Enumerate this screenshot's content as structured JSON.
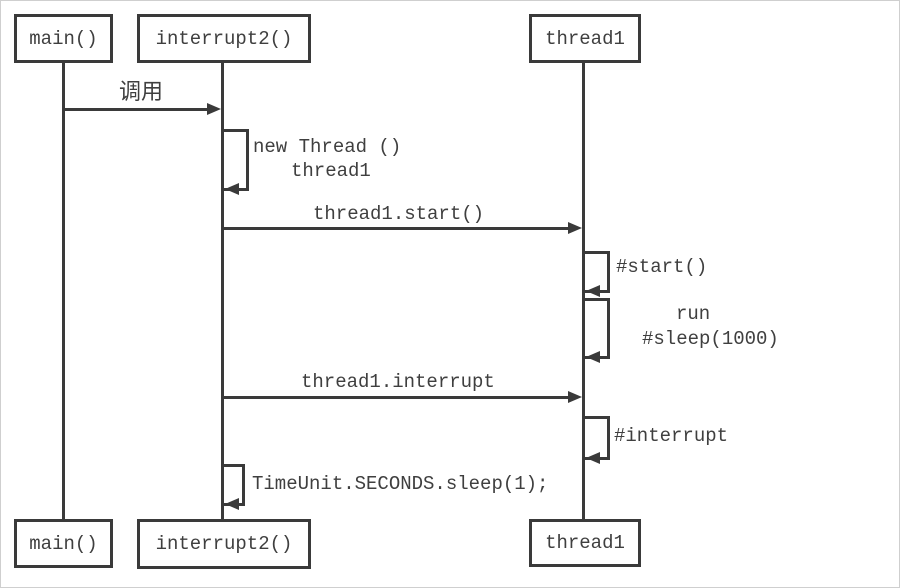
{
  "colors": {
    "line": "#3a3a3a",
    "text": "#3f3f3f",
    "background": "#ffffff"
  },
  "actors": {
    "main": {
      "label": "main()"
    },
    "interrupt2": {
      "label": "interrupt2()"
    },
    "thread1": {
      "label": "thread1"
    }
  },
  "messages": {
    "call": {
      "label": "调用",
      "from": "main()",
      "to": "interrupt2()"
    },
    "new_thread": {
      "line1": "new Thread ()",
      "line2": "thread1",
      "on": "interrupt2()"
    },
    "thread1_start": {
      "label": "thread1.start()",
      "from": "interrupt2()",
      "to": "thread1"
    },
    "self_start": {
      "label": "#start()",
      "on": "thread1"
    },
    "run_sleep": {
      "line1": "run",
      "line2": "#sleep(1000)",
      "on": "thread1"
    },
    "thread1_interrupt": {
      "label": "thread1.interrupt",
      "from": "interrupt2()",
      "to": "thread1"
    },
    "self_interrupt": {
      "label": "#interrupt",
      "on": "thread1"
    },
    "timeunit_sleep": {
      "label": "TimeUnit.SECONDS.sleep(1);",
      "on": "interrupt2()"
    }
  }
}
